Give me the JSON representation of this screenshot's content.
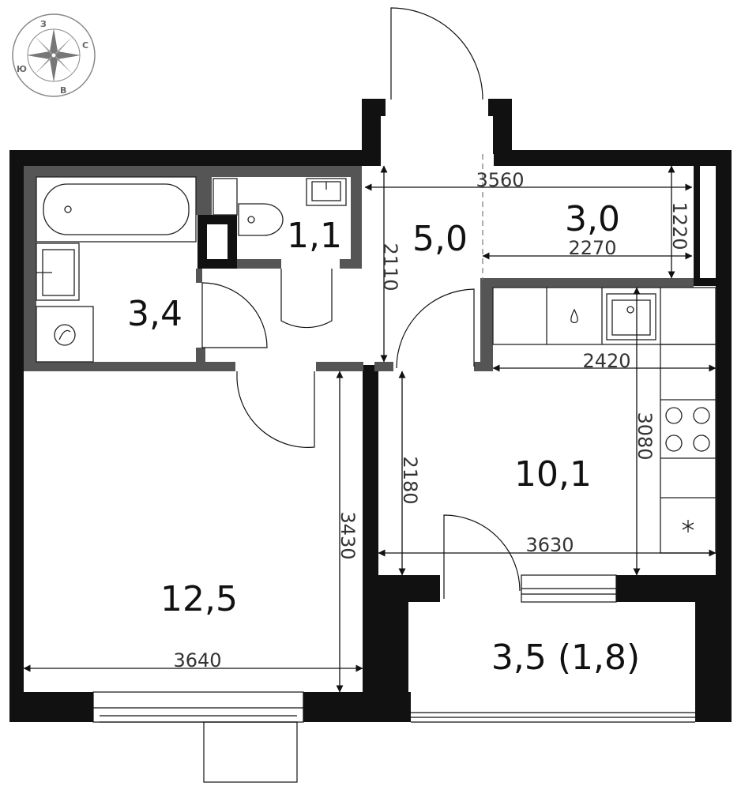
{
  "compass": {
    "north": "С",
    "south": "Ю",
    "west": "З",
    "east": "В"
  },
  "rooms": {
    "bathroom": "3,4",
    "wc": "1,1",
    "hall": "5,0",
    "storage": "3,0",
    "kitchen": "10,1",
    "living": "12,5",
    "balcony": "3,5 (1,8)"
  },
  "dimensions": {
    "d3560": "3560",
    "d2270": "2270",
    "d1220": "1220",
    "d2110": "2110",
    "d2420": "2420",
    "d3080": "3080",
    "d2180": "2180",
    "d3630": "3630",
    "d3430": "3430",
    "d3640": "3640"
  },
  "colors": {
    "wall": "#111111",
    "partition": "#555555",
    "line": "#222222"
  }
}
